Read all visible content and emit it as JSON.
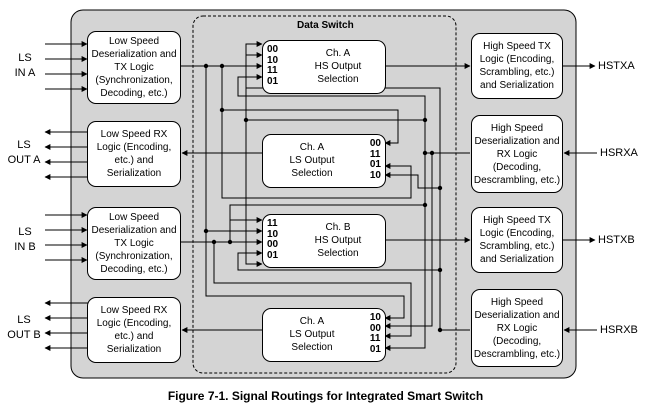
{
  "figure": {
    "caption": "Figure 7-1. Signal Routings for Integrated Smart Switch"
  },
  "data_switch": {
    "label": "Data Switch"
  },
  "external": {
    "ls_in_a": "LS\nIN A",
    "ls_out_a": "LS\nOUT A",
    "ls_in_b": "LS\nIN B",
    "ls_out_b": "LS\nOUT B",
    "hstxa": "HSTXA",
    "hsrxa": "HSRXA",
    "hstxb": "HSTXB",
    "hsrxb": "HSRXB"
  },
  "blocks": {
    "ls_deser_a": "Low Speed\nDeserialization and\nTX Logic\n(Synchronization,\nDecoding, etc.)",
    "ls_rx_a": "Low Speed RX\nLogic (Encoding,\netc.) and\nSerialization",
    "ls_deser_b": "Low Speed\nDeserialization and\nTX Logic\n(Synchronization,\nDecoding, etc.)",
    "ls_rx_b": "Low Speed RX\nLogic (Encoding,\netc.) and\nSerialization",
    "hs_tx_a": "High Speed TX\nLogic (Encoding,\nScrambling, etc.)\nand Serialization",
    "hs_rx_a": "High Speed\nDeserialization and\nRX Logic\n(Decoding,\nDescrambling, etc.)",
    "hs_tx_b": "High Speed TX\nLogic (Encoding,\nScrambling, etc.)\nand Serialization",
    "hs_rx_b": "High Speed\nDeserialization and\nRX Logic\n(Decoding,\nDescrambling, etc.)"
  },
  "muxes": {
    "ch_a_hs": {
      "title": "Ch. A\nHS Output\nSelection",
      "codes": "00\n10\n11\n01"
    },
    "ch_a_ls": {
      "title": "Ch. A\nLS Output\nSelection",
      "codes": "00\n11\n01\n10"
    },
    "ch_b_hs": {
      "title": "Ch. B\nHS Output\nSelection",
      "codes": "11\n10\n00\n01"
    },
    "ch_b_ls": {
      "title": "Ch. A\nLS Output\nSelection",
      "codes": "10\n00\n11\n01"
    }
  }
}
